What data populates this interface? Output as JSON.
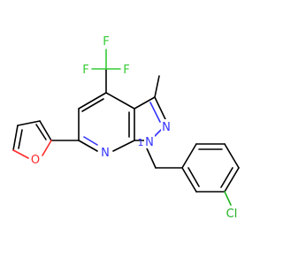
{
  "molecule": {
    "atoms": {
      "f1": {
        "symbol": "F",
        "color": "#33cc33"
      },
      "f2": {
        "symbol": "F",
        "color": "#33cc33"
      },
      "f3": {
        "symbol": "F",
        "color": "#33cc33"
      },
      "n_pyrazole": {
        "symbol": "N",
        "color": "#3333ff"
      },
      "n1": {
        "symbol": "N",
        "color": "#3333ff"
      },
      "n_pyridine": {
        "symbol": "N",
        "color": "#3333ff"
      },
      "o_furan": {
        "symbol": "O",
        "color": "#ff2a2a"
      },
      "cl": {
        "symbol": "Cl",
        "color": "#1fb31f"
      }
    },
    "locants": {
      "n1": "1"
    },
    "colors": {
      "carbon_bond": "#000000",
      "nitrogen": "#3333ff",
      "oxygen": "#ff2a2a",
      "fluorine": "#33cc33",
      "chlorine": "#1fb31f",
      "background": "#ffffff"
    }
  }
}
